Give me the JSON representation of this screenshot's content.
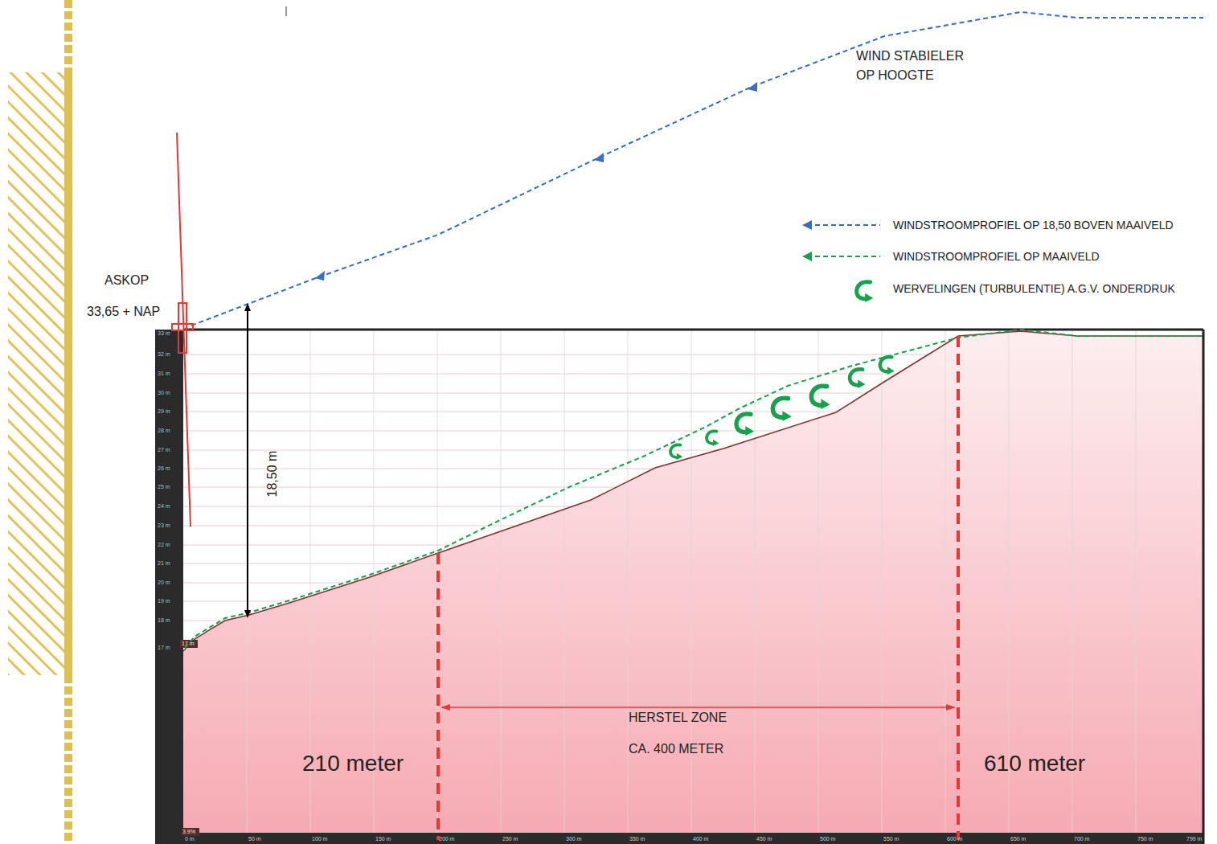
{
  "diagram": {
    "labels": [
      "WIND STABIELER OP HOOGTE",
      "ASKOP",
      "33,65 + NAP",
      "18,50 m",
      "HERSTEL ZONE",
      "CA. 400 METER",
      "210 meter",
      "610 meter",
      "33 m",
      "32 m",
      "31 m",
      "30 m",
      "29 m",
      "28 m",
      "27 m",
      "26 m",
      "25 m",
      "24 m",
      "23 m",
      "22 m",
      "21 m",
      "20 m",
      "19 m",
      "18 m",
      "17 m",
      "17 m",
      "3.9%",
      "0 m",
      "50 m",
      "100 m",
      "150 m",
      "200 m",
      "250 m",
      "300 m",
      "350 m",
      "400 m",
      "450 m",
      "500 m",
      "550 m",
      "600 m",
      "650 m",
      "700 m",
      "750 m",
      "799 m"
    ],
    "legend": [
      {
        "text": "WINDSTROOMPROFIEL OP 18,50 BOVEN MAAIVELD"
      },
      {
        "text": "WINDSTROOMPROFIEL OP MAAIVELD"
      },
      {
        "text": "WERVELINGEN (TURBULENTIE) A.G.V. ONDERDRUK"
      }
    ]
  }
}
